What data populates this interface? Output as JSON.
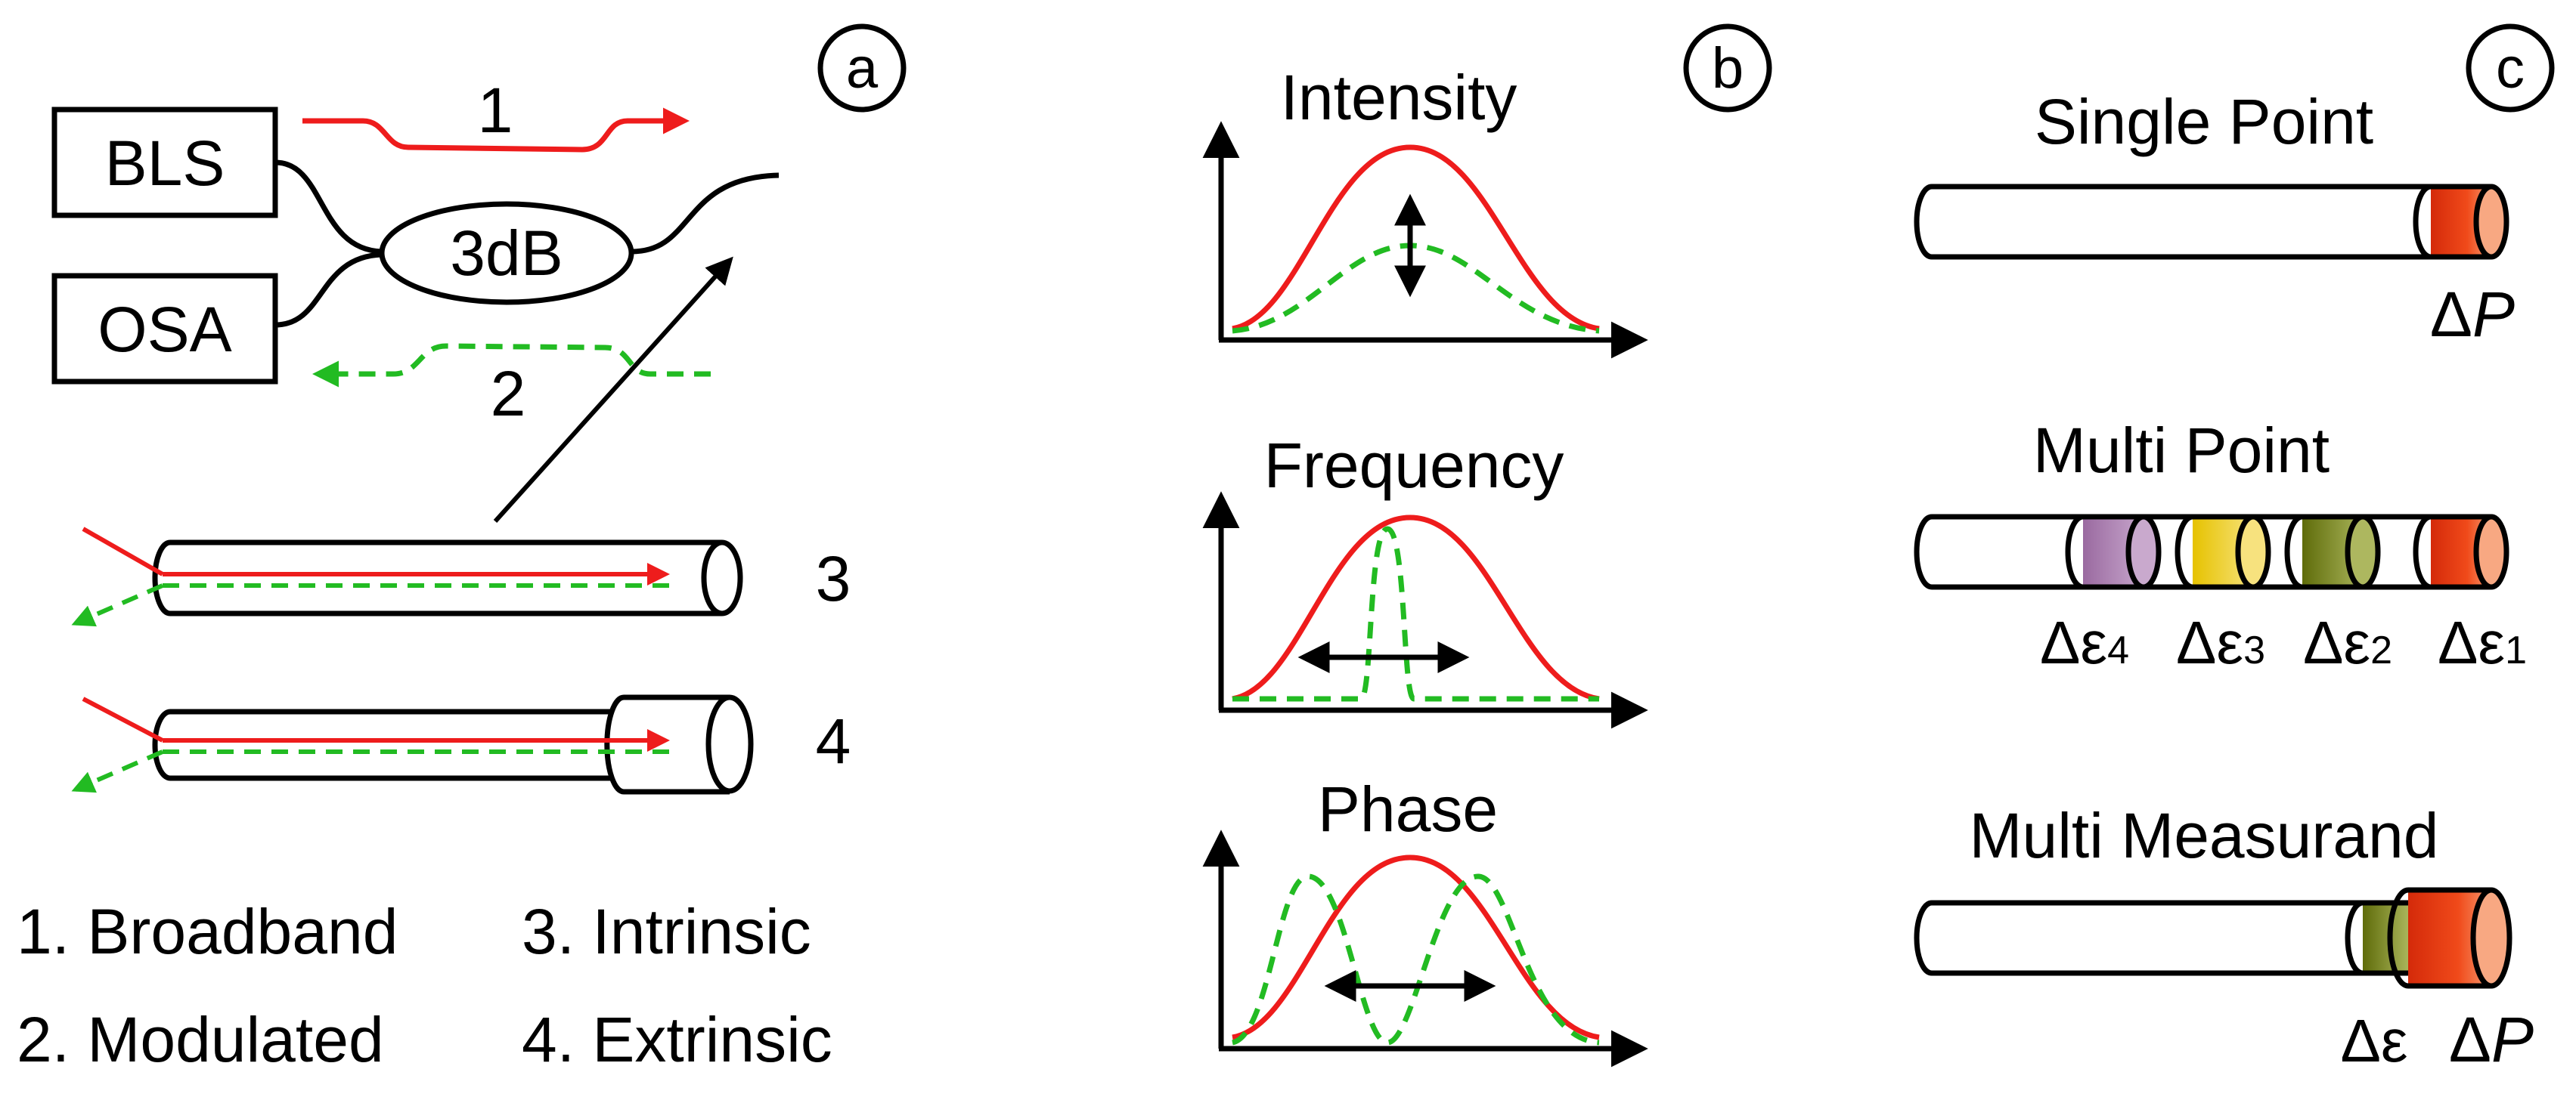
{
  "panel_a": {
    "letter": "a",
    "box_bls": "BLS",
    "box_osa": "OSA",
    "coupler": "3dB",
    "path_1_number": "1",
    "path_2_number": "2",
    "sensor_3_number": "3",
    "sensor_4_number": "4",
    "legend_1": "1. Broadband",
    "legend_2": "2. Modulated",
    "legend_3": "3. Intrinsic",
    "legend_4": "4. Extrinsic"
  },
  "panel_b": {
    "letter": "b",
    "title_intensity": "Intensity",
    "title_frequency": "Frequency",
    "title_phase": "Phase"
  },
  "panel_c": {
    "letter": "c",
    "title_single": "Single Point",
    "title_multi_point": "Multi Point",
    "title_multi_measurand": "Multi Measurand",
    "delta_p_single_prefix": "Δ",
    "delta_p_single_var": "P",
    "eps4_base": "Δε",
    "eps4_sub": "4",
    "eps3_base": "Δε",
    "eps3_sub": "3",
    "eps2_base": "Δε",
    "eps2_sub": "2",
    "eps1_base": "Δε",
    "eps1_sub": "1",
    "delta_eps": "Δε",
    "delta_p_mm_prefix": "Δ",
    "delta_p_mm_var": "P"
  },
  "colors": {
    "signal_red": "#ee1c1c",
    "return_green": "#22bb22",
    "purple_grating": "#8e5a95",
    "yellow_grating": "#e8c400",
    "olive_grating": "#6e7d10",
    "orange_grating": "#e84a10"
  }
}
